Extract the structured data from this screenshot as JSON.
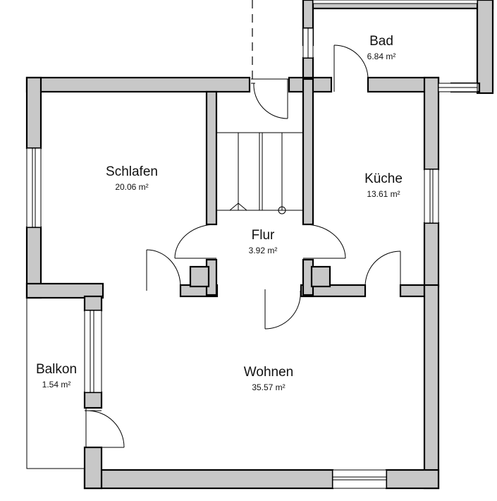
{
  "rooms": {
    "bad": {
      "name": "Bad",
      "area": "6.84 m²"
    },
    "schlafen": {
      "name": "Schlafen",
      "area": "20.06 m²"
    },
    "kueche": {
      "name": "Küche",
      "area": "13.61 m²"
    },
    "flur": {
      "name": "Flur",
      "area": "3.92 m²"
    },
    "balkon": {
      "name": "Balkon",
      "area": "1.54 m²"
    },
    "wohnen": {
      "name": "Wohnen",
      "area": "35.57 m²"
    }
  }
}
